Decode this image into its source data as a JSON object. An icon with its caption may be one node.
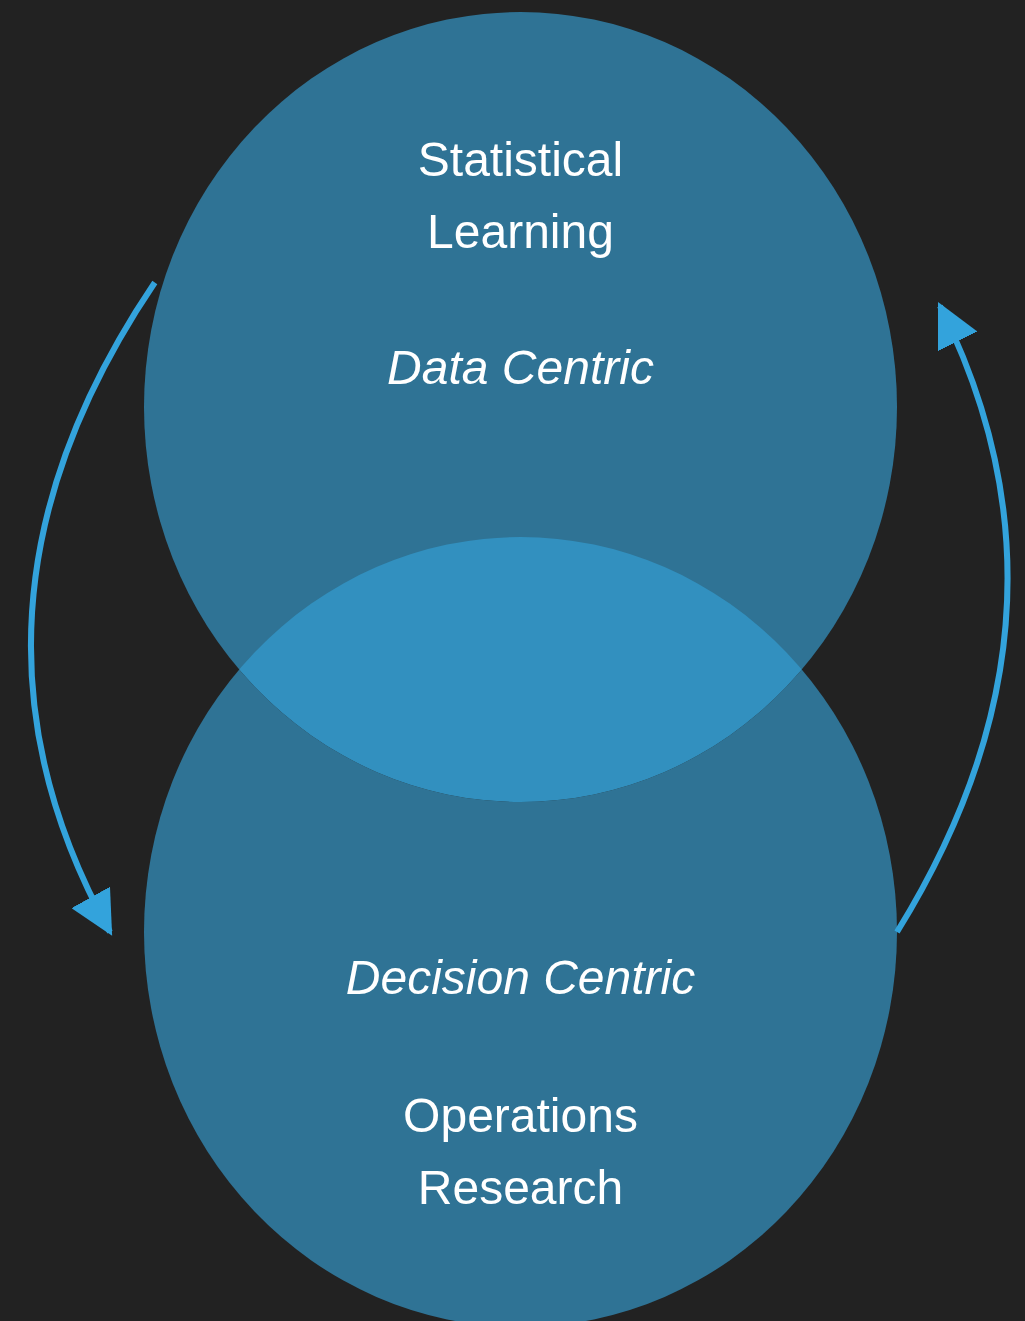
{
  "diagram": {
    "nodes": [
      {
        "text": [
          "Statistical Learning",
          "Data Centric"
        ]
      },
      {
        "text": [
          "Decision Centric",
          "Operations Research"
        ]
      }
    ],
    "edges": [
      {
        "from": 0,
        "to": 1,
        "arrow": "to"
      },
      {
        "from": 1,
        "to": 0,
        "arrow": "to"
      }
    ]
  }
}
